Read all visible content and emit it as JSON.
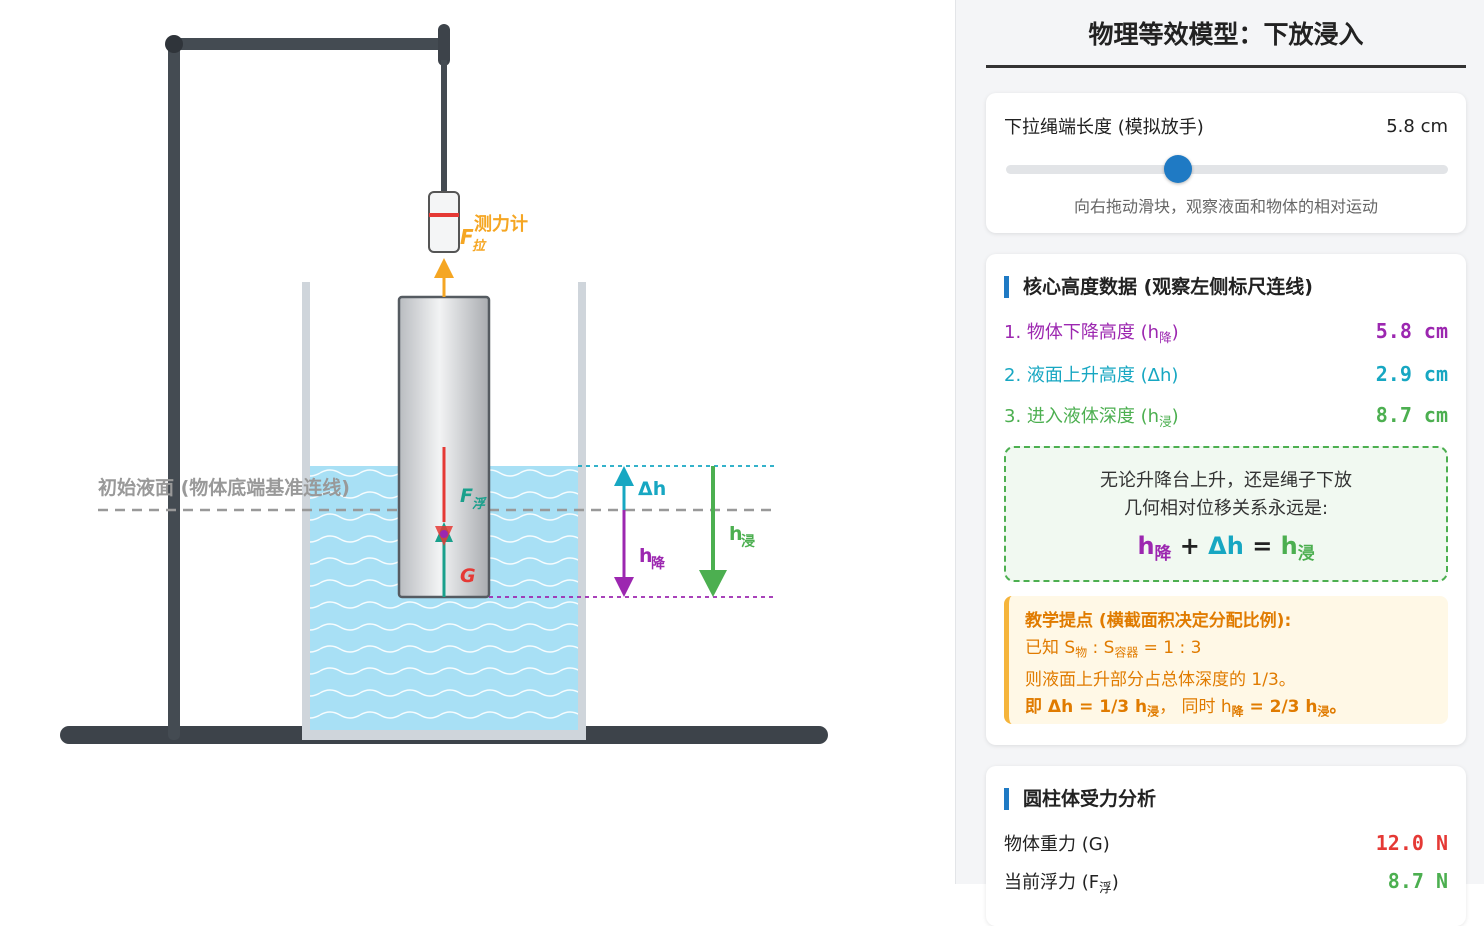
{
  "scene": {
    "initial_level_label": "初始液面 (物体底端基准连线)",
    "meter_label": "测力计",
    "force_pull": "F",
    "force_pull_sub": "拉",
    "force_buoy": "F",
    "force_buoy_sub": "浮",
    "force_gravity": "G",
    "delta_h": "Δh",
    "h_drop": "h",
    "h_drop_sub": "降",
    "h_sub": "h",
    "h_sub_sub": "浸"
  },
  "panel": {
    "title": "物理等效模型：下放浸入",
    "control": {
      "label": "下拉绳端长度 (模拟放手)",
      "value": "5.8 cm",
      "slider_fraction": 0.39,
      "hint": "向右拖动滑块，观察液面和物体的相对运动"
    },
    "core": {
      "title": "核心高度数据 (观察左侧标尺连线)",
      "rows": [
        {
          "label": "1. 物体下降高度 (h",
          "sub": "降",
          "tail": ")",
          "value": "5.8 cm",
          "color": "#9c27b0"
        },
        {
          "label": "2. 液面上升高度 (Δh)",
          "sub": "",
          "tail": "",
          "value": "2.9 cm",
          "color": "#17a7c2"
        },
        {
          "label": "3. 进入液体深度 (h",
          "sub": "浸",
          "tail": ")",
          "value": "8.7 cm",
          "color": "#4caf50"
        }
      ],
      "box_line1": "无论升降台上升，还是绳子下放",
      "box_line2": "几何相对位移关系永远是:",
      "eq_h1": "h",
      "eq_h1_sub": "降",
      "eq_plus": "+",
      "eq_dh": "Δh",
      "eq_equals": "=",
      "eq_h2": "h",
      "eq_h2_sub": "浸",
      "tip_title": "教学提点 (横截面积决定分配比例):",
      "tip_l2_a": "已知 S",
      "tip_l2_sub1": "物",
      "tip_l2_b": " : S",
      "tip_l2_sub2": "容器",
      "tip_l2_c": " = 1 : 3",
      "tip_l3": "则液面上升部分占总体深度的 1/3。",
      "tip_l4_a": "即 Δh = 1/3 h",
      "tip_l4_sub1": "浸",
      "tip_l4_b": "， 同时 h",
      "tip_l4_sub2": "降",
      "tip_l4_c": " = 2/3 h",
      "tip_l4_sub3": "浸",
      "tip_l4_d": "。"
    },
    "force": {
      "title": "圆柱体受力分析",
      "rows": [
        {
          "label": "物体重力 (G)",
          "sub": "",
          "tail": "",
          "value": "12.0 N",
          "color": "#e53935"
        },
        {
          "label": "当前浮力 (F",
          "sub": "浮",
          "tail": ")",
          "value": "8.7 N",
          "color": "#4caf50"
        }
      ]
    }
  },
  "colors": {
    "stand": "#444b52",
    "water": "#a8e0f5",
    "water_wave": "#ffffff",
    "container": "#cfd5db",
    "cylinder": "#d4d6d9",
    "pull": "#f5a623",
    "buoy": "#1aa08c",
    "gravity": "#e53935",
    "delta": "#17a7c2",
    "drop": "#9c27b0",
    "immerse": "#4caf50",
    "dashed_base": "#999999"
  }
}
